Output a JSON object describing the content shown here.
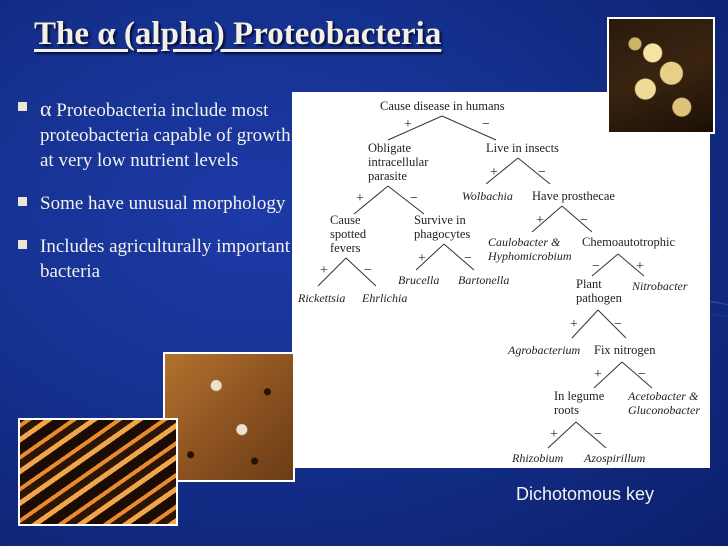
{
  "slide": {
    "title": "The α (alpha) Proteobacteria",
    "caption": "Dichotomous key"
  },
  "bullets": [
    {
      "alpha": "α",
      "text": " Proteobacteria include most proteobacteria capable of growth at very low nutrient levels"
    },
    {
      "text": "Some have unusual morphology"
    },
    {
      "text": "Includes agriculturally important bacteria"
    }
  ],
  "key": {
    "plus": "+",
    "minus": "−",
    "n1": "Cause disease in humans",
    "n2": [
      "Obligate",
      "intracellular",
      "parasite"
    ],
    "n3": "Live in insects",
    "n4": [
      "Cause",
      "spotted",
      "fevers"
    ],
    "n5": [
      "Survive in",
      "phagocytes"
    ],
    "n6": "Wolbachia",
    "n7": "Have prosthecae",
    "n8": "Rickettsia",
    "n9": "Ehrlichia",
    "n10": "Brucella",
    "n11": "Bartonella",
    "n12": [
      "Caulobacter &",
      "Hyphomicrobium"
    ],
    "n13": "Chemoautotrophic",
    "n14": [
      "Plant",
      "pathogen"
    ],
    "n15": "Nitrobacter",
    "n16": "Agrobacterium",
    "n17": "Fix nitrogen",
    "n18": [
      "In legume",
      "roots"
    ],
    "n19": [
      "Acetobacter &",
      "Gluconobacter"
    ],
    "n20": "Rhizobium",
    "n21": "Azospirillum"
  }
}
